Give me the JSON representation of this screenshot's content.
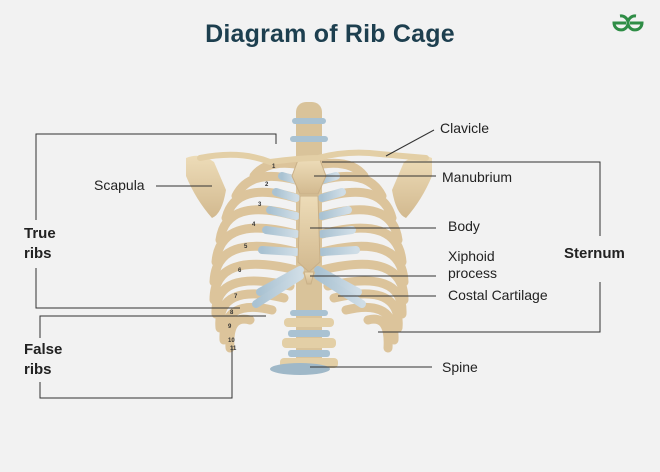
{
  "title": "Diagram of Rib Cage",
  "logo": {
    "name": "gfg-logo-icon",
    "color": "#2f8d46"
  },
  "colors": {
    "title": "#1d3f4f",
    "bone": "#e6d3ad",
    "bone_shadow": "#c9b088",
    "cartilage": "#b8cdd9",
    "leader_line": "#333333"
  },
  "labels": {
    "clavicle": "Clavicle",
    "scapula": "Scapula",
    "manubrium": "Manubrium",
    "body": "Body",
    "xiphoid": "Xiphoid\nprocess",
    "sternum": "Sternum",
    "costal_cartilage": "Costal Cartilage",
    "spine": "Spine",
    "true_ribs": "True\nribs",
    "false_ribs": "False\nribs"
  },
  "rib_numbers": [
    "1",
    "2",
    "3",
    "4",
    "5",
    "6",
    "7",
    "8",
    "9",
    "10",
    "11"
  ]
}
